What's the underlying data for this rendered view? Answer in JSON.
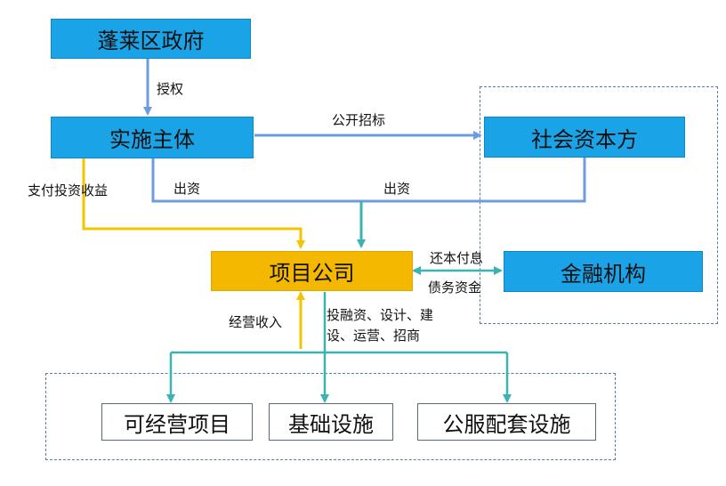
{
  "nodes": {
    "penglai_gov": "蓬莱区政府",
    "implementing_entity": "实施主体",
    "social_capital": "社会资本方",
    "project_company": "项目公司",
    "financial_institution": "金融机构",
    "operating_project": "可经营项目",
    "infrastructure": "基础设施",
    "public_service": "公服配套设施"
  },
  "edges": {
    "authorize": "授权",
    "public_tender": "公开招标",
    "pay_returns": "支付投资收益",
    "invest_left": "出资",
    "invest_right": "出资",
    "repay": "还本付息",
    "debt_funds": "债务资金",
    "operating_income": "经营收入",
    "services_line1": "投融资、设计、建",
    "services_line2": "设、运营、招商"
  },
  "colors": {
    "blue_box": "#1aa3e6",
    "gold_box": "#f5b800",
    "blue_line": "#6f9be0",
    "gold_line": "#f5c400",
    "teal_line": "#3bb3b3"
  }
}
